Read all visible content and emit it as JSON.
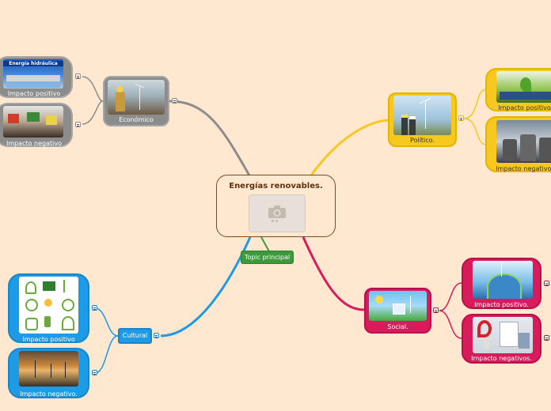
{
  "central": {
    "title": "Energías renovables."
  },
  "topic": {
    "label": "Topic principal"
  },
  "branches": {
    "economico": {
      "label": "Económico",
      "children": [
        {
          "label": "Impacto positivo",
          "image_caption": "Energía hidráulica"
        },
        {
          "label": "Impacto negativo"
        }
      ]
    },
    "politico": {
      "label": "Político.",
      "children": [
        {
          "label": "Impacto positivo"
        },
        {
          "label": "Impacto negativo."
        }
      ]
    },
    "social": {
      "label": "Social.",
      "children": [
        {
          "label": "Impacto positivo."
        },
        {
          "label": "Impacto negativos."
        }
      ]
    },
    "cultural": {
      "label": "Cultural",
      "children": [
        {
          "label": "Impacto positivo"
        },
        {
          "label": "Impacto negativo."
        }
      ]
    }
  },
  "colors": {
    "background": "#ffe8cf",
    "economico": "#8c8c8c",
    "politico": "#f7c81e",
    "social": "#d81b5a",
    "cultural": "#1e9be6",
    "topic": "#3c9a3c"
  },
  "icons": [
    "camera-icon",
    "collapse-icon"
  ]
}
